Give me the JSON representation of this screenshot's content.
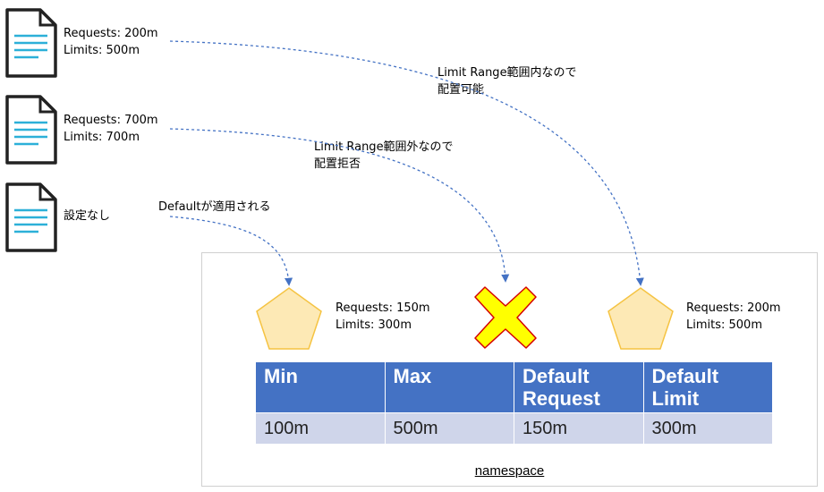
{
  "requests": [
    {
      "line1": "Requests: 200m",
      "line2": "Limits: 500m"
    },
    {
      "line1": "Requests: 700m",
      "line2": "Limits: 700m"
    },
    {
      "line1": "設定なし"
    }
  ],
  "annotations": {
    "within_range": {
      "line1": "Limit Range範囲内なので",
      "line2": "配置可能"
    },
    "outside_range": {
      "line1": "Limit Range範囲外なので",
      "line2": "配置拒否"
    },
    "default_applied": "Defaultが適用される"
  },
  "pods": [
    {
      "line1": "Requests: 150m",
      "line2": "Limits: 300m"
    },
    {
      "line1": "Requests: 200m",
      "line2": "Limits: 500m"
    }
  ],
  "table": {
    "headers": [
      [
        "Min"
      ],
      [
        "Max"
      ],
      [
        "Default",
        "Request"
      ],
      [
        "Default",
        "Limit"
      ]
    ],
    "values": [
      "100m",
      "500m",
      "150m",
      "300m"
    ]
  },
  "namespace_label": "namespace",
  "colors": {
    "header_blue": "#4472c4",
    "row_lavender": "#cfd5ea",
    "pod_fill": "#fde9b5",
    "pod_stroke": "#f5c342",
    "reject_fill": "#ffff00",
    "reject_stroke": "#d40000",
    "arrow_blue": "#4472c4",
    "doc_lines": "#2cb0d8"
  }
}
